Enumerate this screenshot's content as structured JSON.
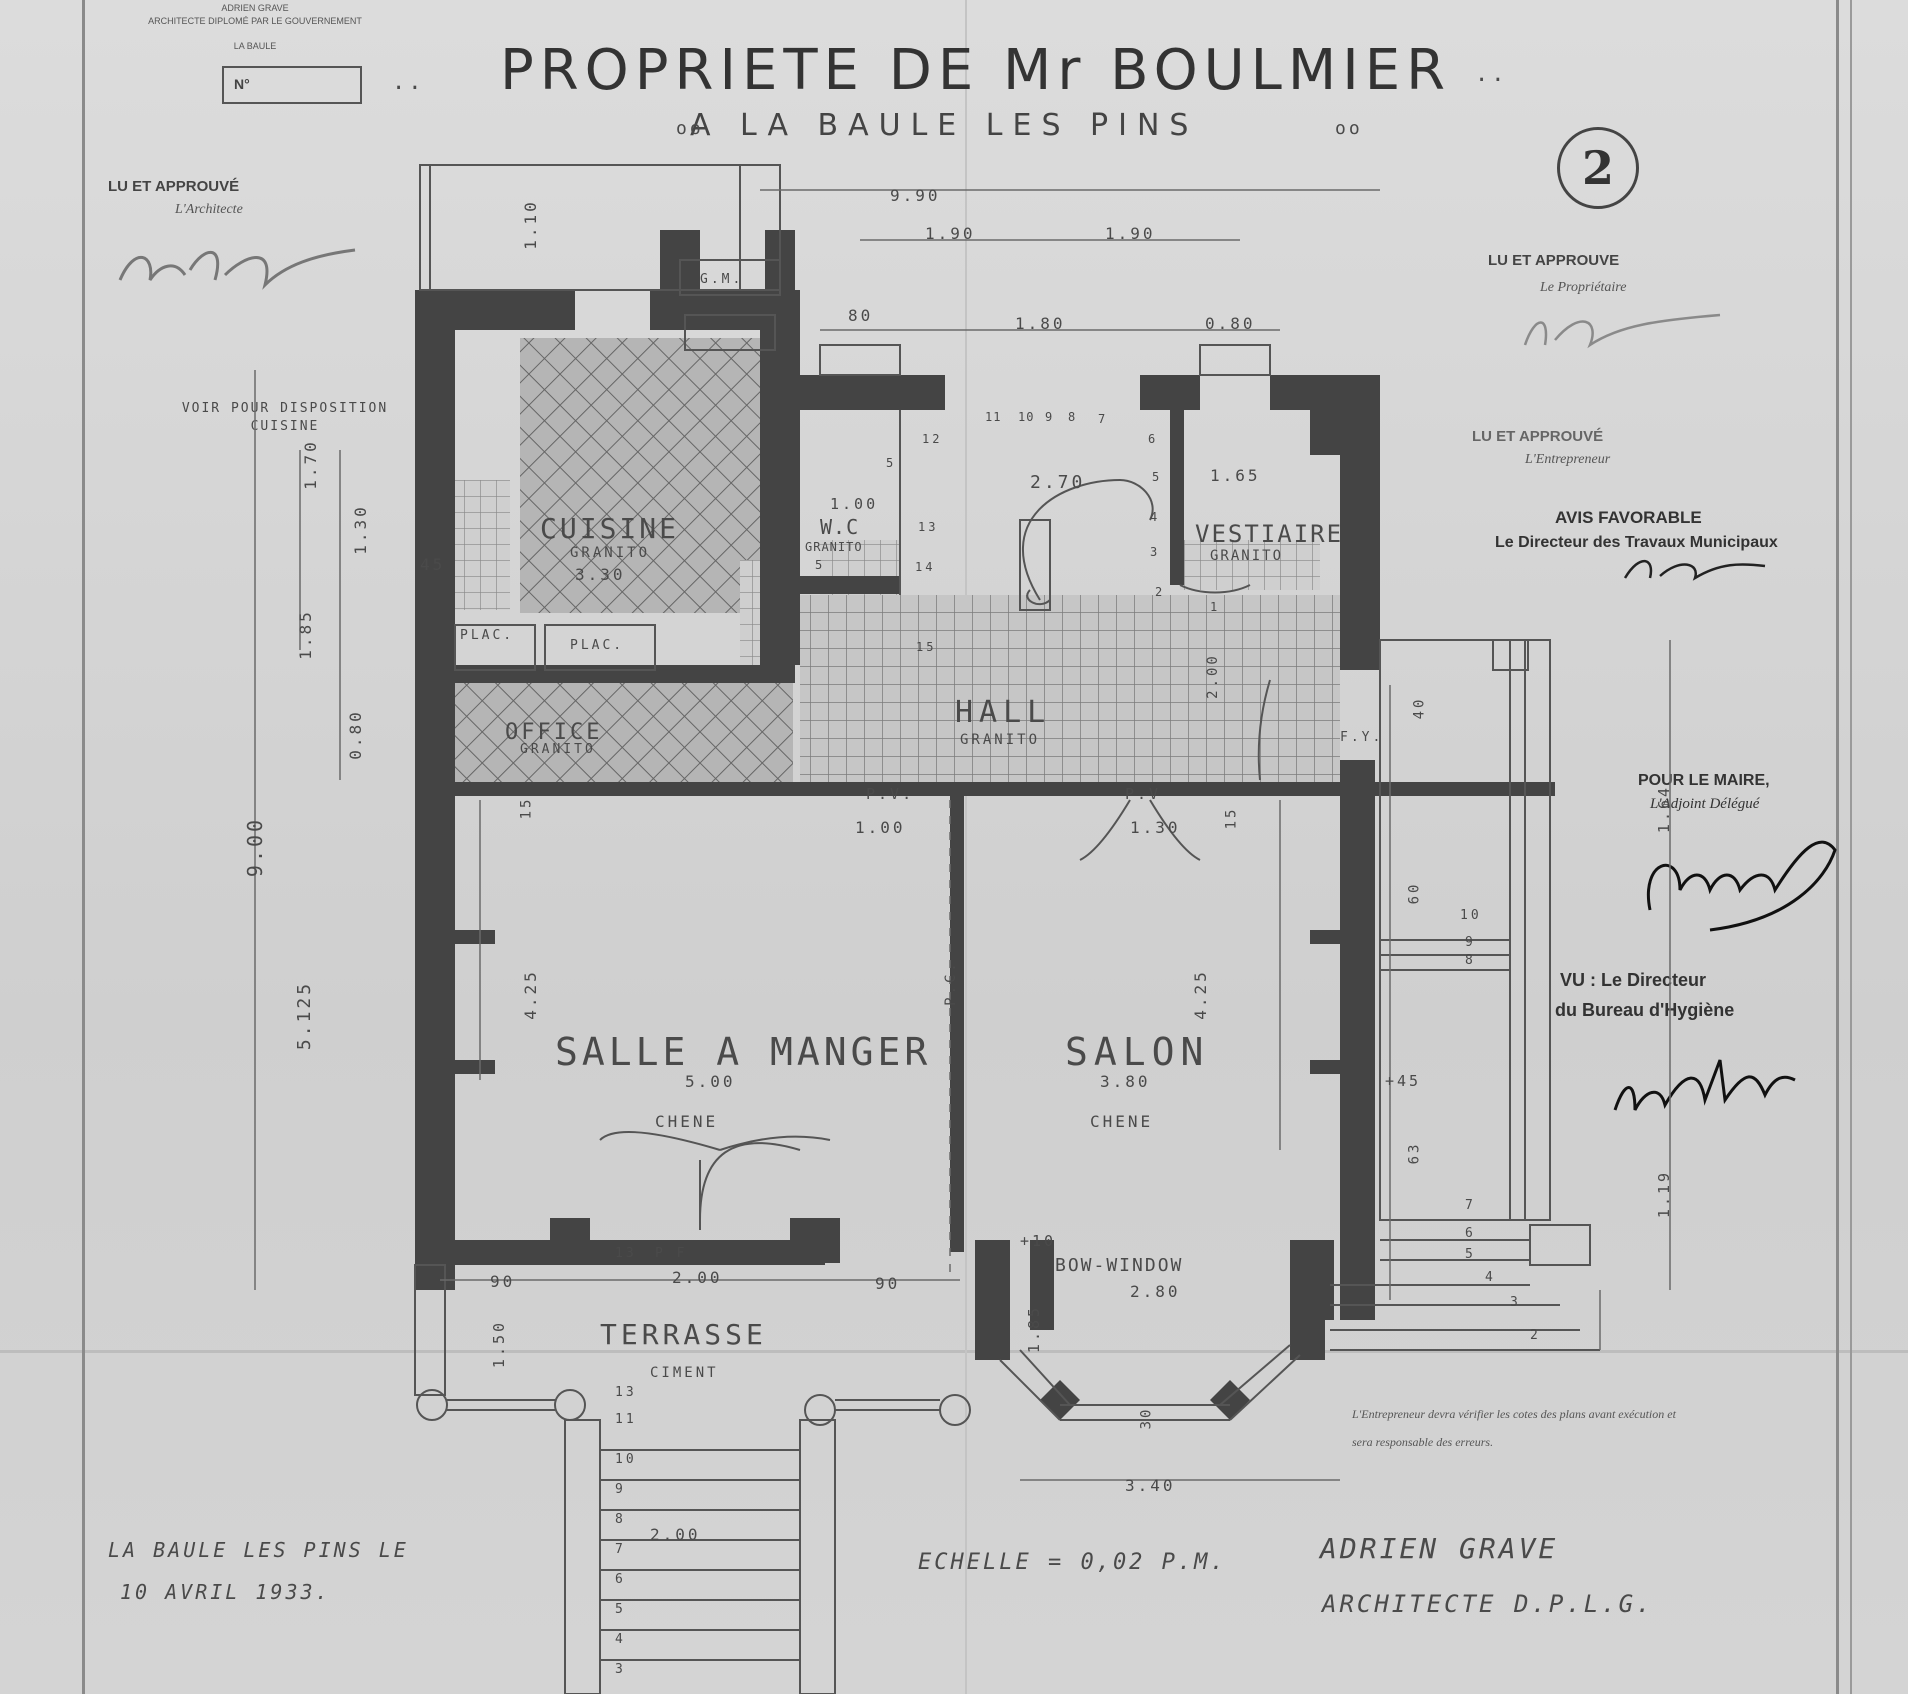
{
  "header": {
    "architect_line1": "ADRIEN GRAVE",
    "architect_line2": "ARCHITECTE DIPLOMÉ PAR LE GOUVERNEMENT",
    "architect_line3": "LA BAULE",
    "number_label": "N°",
    "title": "PROPRIETE DE Mr BOULMIER",
    "title_dots": "..",
    "subtitle": "A LA BAULE LES PINS",
    "subtitle_dots_left": "oo",
    "subtitle_dots_right": "oo",
    "sheet_number": "2"
  },
  "approvals": {
    "architect_heading": "LU ET APPROUVÉ",
    "architect_role": "L'Architecte",
    "owner_heading": "LU ET APPROUVE",
    "owner_role": "Le Propriétaire",
    "contractor_heading": "LU ET APPROUVÉ",
    "contractor_role": "L'Entrepreneur",
    "avis_heading": "AVIS FAVORABLE",
    "avis_role": "Le Directeur des Travaux Municipaux",
    "mayor_heading": "POUR LE MAIRE,",
    "mayor_role": "L'Adjoint Délégué",
    "hygiene_line1": "VU : Le Directeur",
    "hygiene_line2": "du Bureau d'Hygiène"
  },
  "notes": {
    "kitchen_note": "VOIR POUR DISPOSITION CUISINE",
    "contractor_note": "L'Entrepreneur devra vérifier les cotes des plans avant exécution et sera responsable des erreurs."
  },
  "rooms": {
    "cuisine": "CUISINE",
    "cuisine_mat": "GRANITO",
    "cuisine_dim": "3.30",
    "wc": "W.C",
    "wc_mat": "GRANITO",
    "wc_dim": "1.00",
    "vestiaire": "VESTIAIRE",
    "vestiaire_mat": "GRANITO",
    "vestiaire_dim": "1.65",
    "office": "OFFICE",
    "office_mat": "GRANITO",
    "hall": "HALL",
    "hall_mat": "GRANITO",
    "plac1": "PLAC.",
    "plac2": "PLAC.",
    "gm": "G.M.",
    "salle": "SALLE A MANGER",
    "salle_dim": "5.00",
    "salle_mat": "CHENE",
    "salon": "SALON",
    "salon_dim": "3.80",
    "salon_mat": "CHENE",
    "bow": "BOW-WINDOW",
    "bow_dim": "2.80",
    "terrasse": "TERRASSE",
    "terrasse_mat": "CIMENT",
    "stair_dim": "2.70"
  },
  "dimensions": {
    "d990": "9.90",
    "d190a": "1.90",
    "d190b": "1.90",
    "d80": "80",
    "d180": "1.80",
    "d080": "0.80",
    "d110": "1.10",
    "d170": "1.70",
    "d130": "1.30",
    "d45": "45",
    "d185": "1.85",
    "d080v": "0.80",
    "d900": "9.00",
    "d5125": "5.125",
    "d425a": "4.25",
    "d425b": "4.25",
    "d90a": "90",
    "d200": "2.00",
    "d90b": "90",
    "d150": "1.50",
    "d185b": "1.85",
    "d340": "3.40",
    "d30": "30",
    "d164": "1.64",
    "d119": "1.19",
    "d40": "40",
    "d60": "60",
    "d63": "63",
    "d15a": "15",
    "d15b": "15",
    "d200t": "2.00",
    "pv1": "P.V.",
    "pv1_dim": "1.00",
    "pv2": "P.V",
    "pv2_dim": "1.30",
    "pf": "P F",
    "pf_num": "13",
    "p10": "+10",
    "p45": "+45",
    "pc": "P.C.",
    "fy": "F.Y."
  },
  "steps": [
    "1",
    "2",
    "3",
    "4",
    "5",
    "6",
    "7",
    "8",
    "9",
    "10",
    "11",
    "12"
  ],
  "terrace_steps": [
    "13",
    "11",
    "10",
    "9",
    "8",
    "7",
    "6",
    "5",
    "4",
    "3"
  ],
  "side_steps": [
    "10",
    "9",
    "8"
  ],
  "side_steps2": [
    "7",
    "6",
    "5",
    "4",
    "3",
    "2"
  ],
  "stair_numbers": [
    "11",
    "10",
    "9",
    "8",
    "7",
    "6",
    "5",
    "4",
    "3",
    "12",
    "13",
    "14",
    "15"
  ],
  "footer": {
    "place_date1": "LA BAULE LES PINS LE",
    "place_date2": "10 AVRIL 1933.",
    "scale": "ECHELLE = 0,02 P.M.",
    "architect_name": "ADRIEN GRAVE",
    "architect_title": "ARCHITECTE D.P.L.G."
  }
}
